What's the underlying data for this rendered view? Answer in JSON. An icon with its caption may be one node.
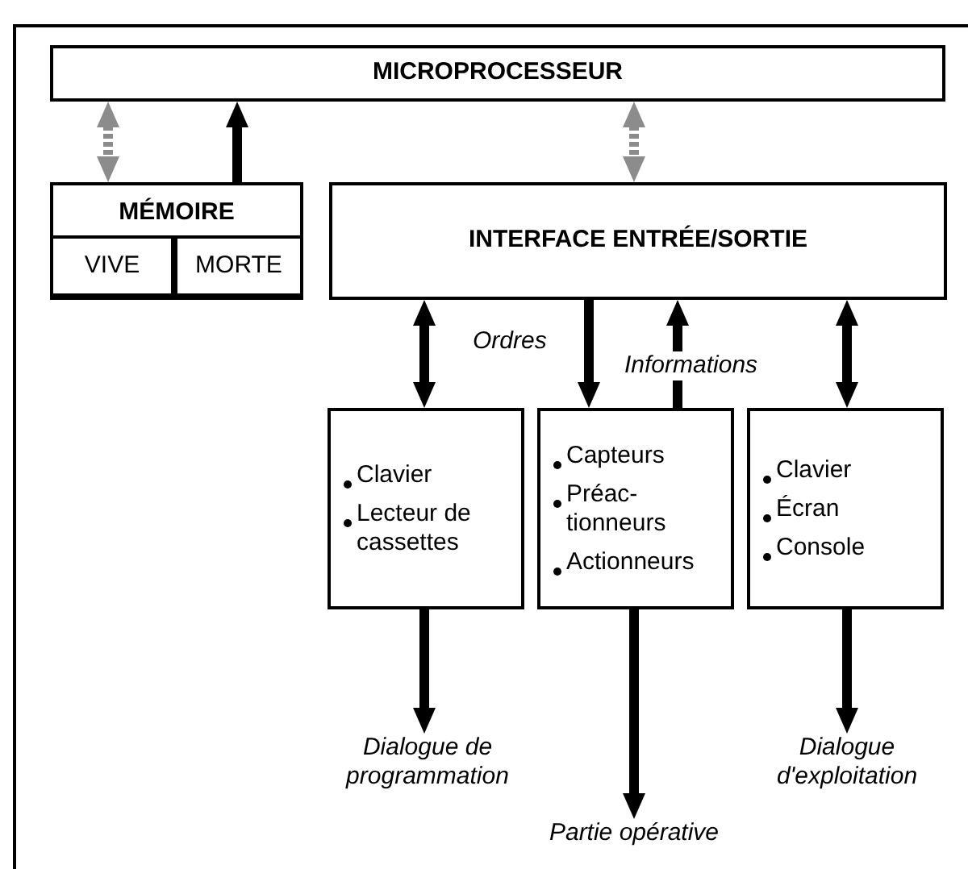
{
  "diagram": {
    "nodes": [
      {
        "text": [
          "MICROPROCESSEUR"
        ]
      },
      {
        "text": [
          "MÉMOIRE"
        ]
      },
      {
        "text": [
          "VIVE"
        ],
        "in": 1
      },
      {
        "text": [
          "MORTE"
        ],
        "in": 1
      },
      {
        "text": [
          "INTERFACE ENTRÉE/SORTIE"
        ]
      },
      {
        "text": [
          "Clavier",
          "Lecteur de cassettes"
        ]
      },
      {
        "text": [
          "Capteurs",
          "Préac- tionneurs",
          "Actionneurs"
        ]
      },
      {
        "text": [
          "Clavier",
          "Écran",
          "Console"
        ]
      },
      {
        "text": [
          "Dialogue de programmation"
        ]
      },
      {
        "text": [
          "Partie opérative"
        ]
      },
      {
        "text": [
          "Dialogue d'exploitation"
        ]
      }
    ],
    "edges": [
      {
        "from": 0,
        "to": 1,
        "arrow": "both",
        "style": "dashed",
        "color": "#8c8c8c"
      },
      {
        "from": 1,
        "to": 0,
        "arrow": "to"
      },
      {
        "from": 0,
        "to": 4,
        "arrow": "both",
        "style": "dashed",
        "color": "#8c8c8c"
      },
      {
        "from": 4,
        "to": 5,
        "arrow": "both"
      },
      {
        "from": 4,
        "to": 6,
        "arrow": "to",
        "label": "Ordres"
      },
      {
        "from": 6,
        "to": 4,
        "arrow": "to",
        "label": "Informations"
      },
      {
        "from": 4,
        "to": 7,
        "arrow": "both"
      },
      {
        "from": 5,
        "to": 8,
        "arrow": "to"
      },
      {
        "from": 6,
        "to": 9,
        "arrow": "to"
      },
      {
        "from": 7,
        "to": 10,
        "arrow": "to"
      }
    ]
  }
}
